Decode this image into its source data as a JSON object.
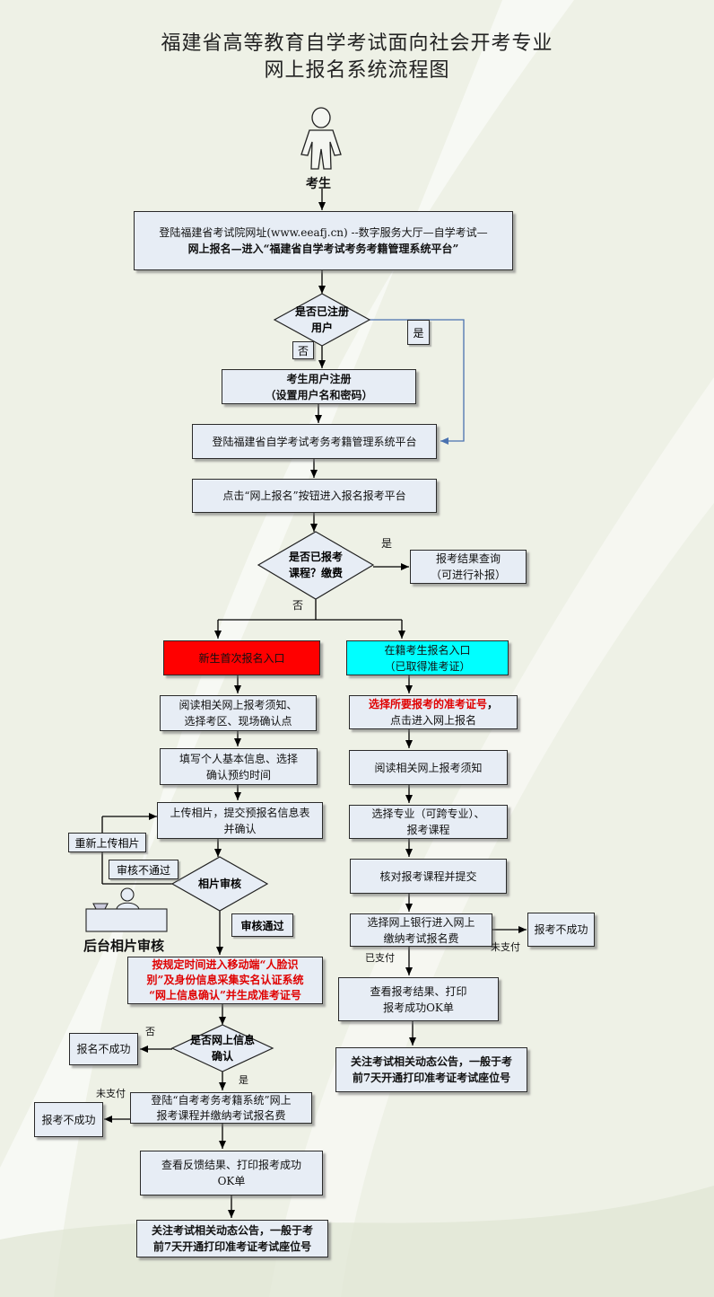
{
  "title": {
    "line1": "福建省高等教育自学考试面向社会开考专业",
    "line2": "网上报名系统流程图"
  },
  "candidate_label": "考生",
  "nodes": {
    "login_site": {
      "line1": "登陆福建省考试院网址(www.eeafj.cn) --数字服务大厅—自学考试—",
      "line2": "网上报名—进入“福建省自学考试考务考籍管理系统平台”"
    },
    "q_registered": {
      "line1": "是否已注册",
      "line2": "用户"
    },
    "register": {
      "line1": "考生用户注册",
      "line2": "（设置用户名和密码）"
    },
    "login_platform": "登陆福建省自学考试考务考籍管理系统平台",
    "click_signup": "点击“网上报名”按钮进入报名报考平台",
    "q_paid": {
      "line1": "是否已报考",
      "line2": "课程？缴费"
    },
    "result_query": {
      "line1": "报考结果查询",
      "line2": "（可进行补报）"
    },
    "new_entry": "新生首次报名入口",
    "enrolled_entry": {
      "line1": "在籍考生报名入口",
      "line2": "（已取得准考证）"
    },
    "read_notice_l": {
      "line1": "阅读相关网上报考须知、",
      "line2": "选择考区、现场确认点"
    },
    "fill_info": {
      "line1": "填写个人基本信息、选择",
      "line2": "确认预约时间"
    },
    "upload_photo": {
      "line1": "上传相片，提交预报名信息表",
      "line2": "并确认"
    },
    "photo_review": "相片审核",
    "face_id": {
      "line1": "按规定时间进入移动端“人脸识",
      "line2": "别”及身份信息采集实名认证系统",
      "line3": "“网上信息确认”并生成准考证号"
    },
    "q_confirmed": {
      "line1": "是否网上信息",
      "line2": "确认"
    },
    "signup_fail_1": "报名不成功",
    "login_pay": {
      "line1": "登陆“自考考务考籍系统”网上",
      "line2": "报考课程并缴纳考试报名费"
    },
    "apply_fail_l": "报考不成功",
    "view_feedback": {
      "line1": "查看反馈结果、打印报考成功",
      "line2": "OK单"
    },
    "notice_l": {
      "line1": "关注考试相关动态公告，一般于考",
      "line2": "前7天开通打印准考证考试座位号"
    },
    "select_ticket": {
      "red": "选择所要报考的准考证号",
      "tail": "，",
      "line2": "点击进入网上报名"
    },
    "read_notice_r": "阅读相关网上报考须知",
    "choose_major": {
      "line1": "选择专业（可跨专业）、",
      "line2": "报考课程"
    },
    "check_submit": "核对报考课程并提交",
    "bank_pay": {
      "line1": "选择网上银行进入网上",
      "line2": "缴纳考试报名费"
    },
    "apply_fail_r": "报考不成功",
    "view_result": {
      "line1": "查看报考结果、打印",
      "line2": "报考成功OK单"
    },
    "notice_r": {
      "line1": "关注考试相关动态公告，一般于考",
      "line2": "前7天开通打印准考证考试座位号"
    }
  },
  "labels": {
    "no_registered": "否",
    "yes_registered": "是",
    "yes_paid": "是",
    "no_paid": "否",
    "reupload": "重新上传相片",
    "review_fail": "审核不通过",
    "review_pass": "审核通过",
    "backend_review": "后台相片审核",
    "no_confirmed": "否",
    "yes_confirmed": "是",
    "unpaid_l": "未支付",
    "unpaid_r": "未支付",
    "paid_r": "已支付"
  },
  "colors": {
    "new_entry_fill": "#ff0000",
    "enrolled_entry_fill": "#00ffff",
    "box_fill": "#e7edf5",
    "connector_blue": "#4a72b0"
  }
}
